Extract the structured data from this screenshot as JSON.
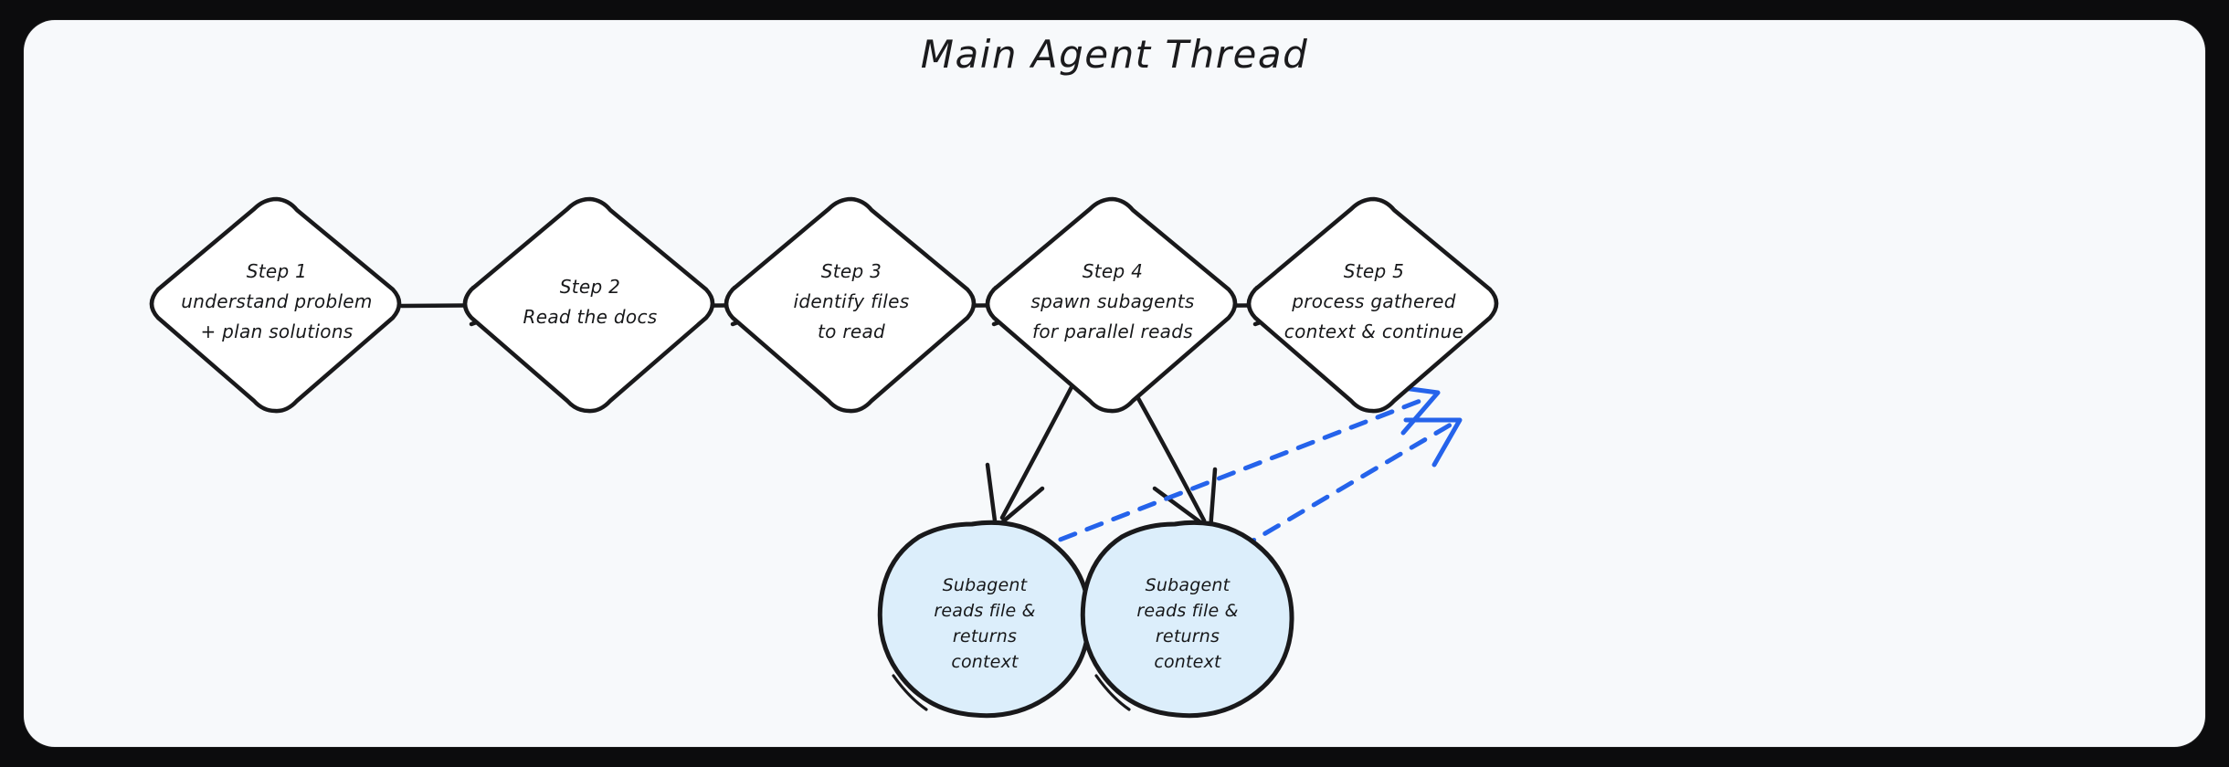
{
  "canvas": {
    "title": "Main Agent Thread",
    "background_color": "#f7f9fb",
    "outer_color": "#0c0c0d"
  },
  "colors": {
    "node_stroke": "#19191b",
    "node_fill": "#ffffff",
    "subagent_fill": "#dceefb",
    "flow_arrow": "#19191b",
    "return_arrow": "#2563eb"
  },
  "steps": [
    {
      "id": "step-1",
      "line1": "Step 1",
      "line2": "understand problem",
      "line3": "+ plan solutions"
    },
    {
      "id": "step-2",
      "line1": "Step 2",
      "line2": "Read the docs",
      "line3": ""
    },
    {
      "id": "step-3",
      "line1": "Step 3",
      "line2": "identify files",
      "line3": "to read"
    },
    {
      "id": "step-4",
      "line1": "Step 4",
      "line2": "spawn subagents",
      "line3": "for parallel reads"
    },
    {
      "id": "step-5",
      "line1": "Step 5",
      "line2": "process gathered",
      "line3": "context & continue"
    }
  ],
  "subagents": [
    {
      "id": "subagent-1",
      "line1": "Subagent",
      "line2": "reads file &",
      "line3": "returns",
      "line4": "context"
    },
    {
      "id": "subagent-2",
      "line1": "Subagent",
      "line2": "reads file &",
      "line3": "returns",
      "line4": "context"
    }
  ]
}
